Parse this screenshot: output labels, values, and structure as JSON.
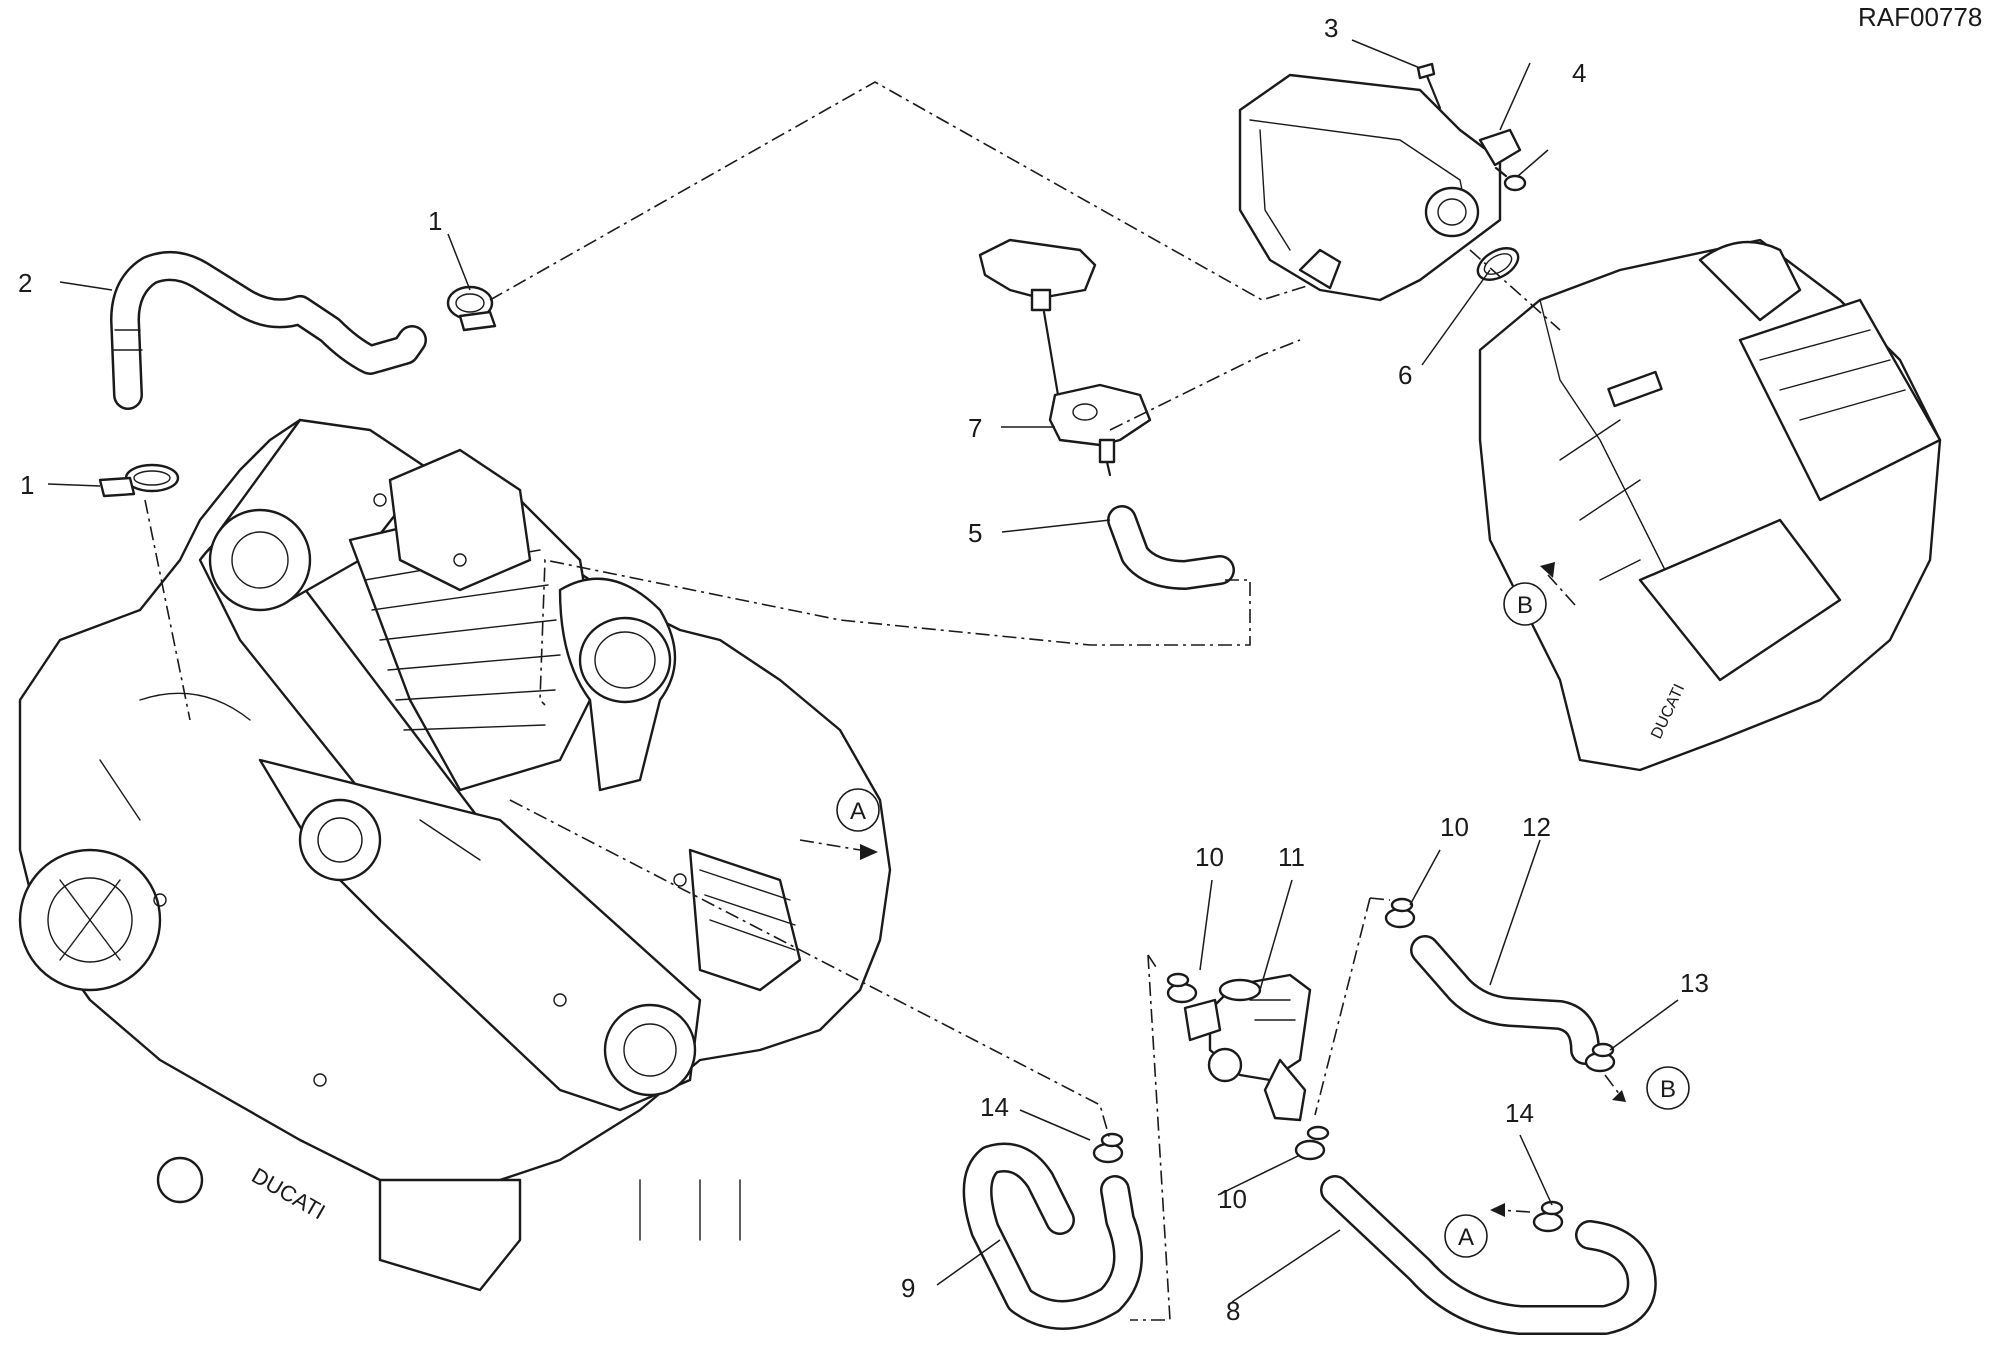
{
  "drawing": {
    "reference_code": "RAF00778"
  },
  "callouts": [
    {
      "id": "c1a",
      "label": "1"
    },
    {
      "id": "c1b",
      "label": "1"
    },
    {
      "id": "c2",
      "label": "2"
    },
    {
      "id": "c3",
      "label": "3"
    },
    {
      "id": "c4",
      "label": "4"
    },
    {
      "id": "c5",
      "label": "5"
    },
    {
      "id": "c6",
      "label": "6"
    },
    {
      "id": "c7",
      "label": "7"
    },
    {
      "id": "c8",
      "label": "8"
    },
    {
      "id": "c9",
      "label": "9"
    },
    {
      "id": "c10a",
      "label": "10"
    },
    {
      "id": "c10b",
      "label": "10"
    },
    {
      "id": "c10c",
      "label": "10"
    },
    {
      "id": "c11",
      "label": "11"
    },
    {
      "id": "c12",
      "label": "12"
    },
    {
      "id": "c13",
      "label": "13"
    },
    {
      "id": "c14a",
      "label": "14"
    },
    {
      "id": "c14b",
      "label": "14"
    }
  ],
  "connectors": [
    {
      "id": "ref-a-engine",
      "label": "A"
    },
    {
      "id": "ref-a-hose",
      "label": "A"
    },
    {
      "id": "ref-b-airbox",
      "label": "B"
    },
    {
      "id": "ref-b-hose",
      "label": "B"
    }
  ]
}
